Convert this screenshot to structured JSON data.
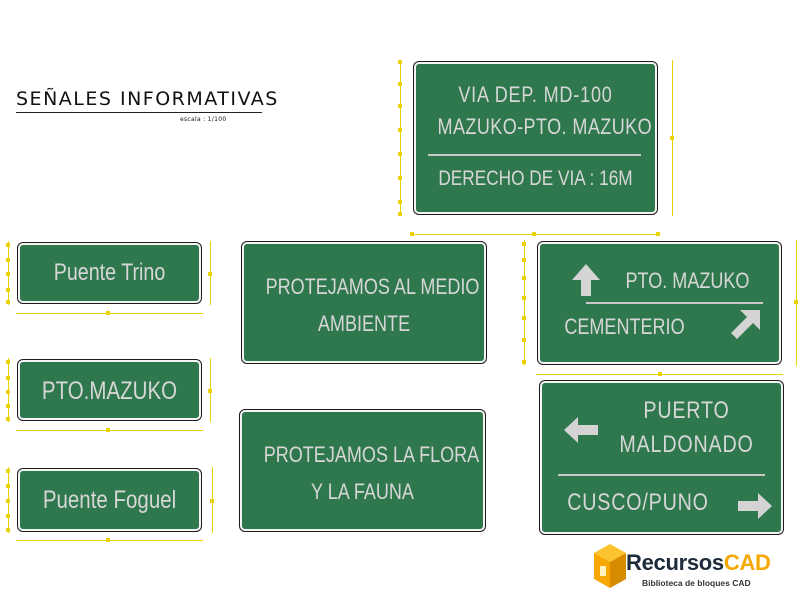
{
  "drawing": {
    "title": "SEÑALES INFORMATIVAS",
    "scale_note": "escala : 1/100"
  },
  "colors": {
    "sign_background": "#2f774d",
    "sign_text": "#d7d7d7",
    "dimension_lines": "#e8d200",
    "logo_accent": "#f6a800"
  },
  "signs": {
    "highway": {
      "line1": "VIA DEP.  MD-100",
      "line2": "MAZUKO-PTO. MAZUKO",
      "line3": "DERECHO DE VIA : 16M"
    },
    "puente_trino": "Puente Trino",
    "pto_mazuko_small": "PTO.MAZUKO",
    "puente_foguel": "Puente Foguel",
    "medio_ambiente": {
      "line1": "PROTEJAMOS AL MEDIO",
      "line2": "AMBIENTE"
    },
    "flora_fauna": {
      "line1": "PROTEJAMOS LA FLORA",
      "line2": "Y LA FAUNA"
    },
    "direction_mazuko": {
      "top": "PTO. MAZUKO",
      "bottom": "CEMENTERIO"
    },
    "direction_puerto": {
      "line1": "PUERTO",
      "line2": "MALDONADO",
      "bottom": "CUSCO/PUNO"
    }
  },
  "icons": {
    "arrow_up": "arrow-up-icon",
    "arrow_up_right": "arrow-up-right-icon",
    "arrow_left": "arrow-left-icon",
    "arrow_right": "arrow-right-icon"
  },
  "watermark": {
    "brand_part1": "Recursos",
    "brand_part2": "CAD",
    "tagline": "Biblioteca de bloques CAD"
  }
}
